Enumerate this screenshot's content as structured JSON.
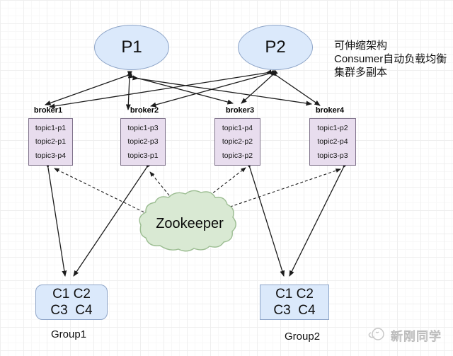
{
  "producers": [
    {
      "label": "P1"
    },
    {
      "label": "P2"
    }
  ],
  "annotation": {
    "line1": "可伸缩架构",
    "line2": "Consumer自动负载均衡",
    "line3": "集群多副本"
  },
  "brokers": [
    {
      "label": "broker1",
      "topics": [
        "topic1-p1",
        "topic2-p1",
        "topic3-p4"
      ]
    },
    {
      "label": "broker2",
      "topics": [
        "topic1-p3",
        "topic2-p3",
        "topic3-p1"
      ]
    },
    {
      "label": "broker3",
      "topics": [
        "topic1-p4",
        "topic2-p2",
        "topic3-p2"
      ]
    },
    {
      "label": "broker4",
      "topics": [
        "topic1-p2",
        "topic2-p4",
        "topic3-p3"
      ]
    }
  ],
  "zookeeper": {
    "label": "Zookeeper"
  },
  "groups": [
    {
      "line1": "C1 C2",
      "line2": "C3  C4",
      "label": "Group1"
    },
    {
      "line1": "C1 C2",
      "line2": "C3  C4",
      "label": "Group2"
    }
  ],
  "watermark": {
    "text": "新刚同学"
  },
  "colors": {
    "blue-fill": "#dbe9fb",
    "blue-stroke": "#8ea5c8",
    "purple-fill": "#e8ddee",
    "purple-stroke": "#7d7089",
    "green-fill": "#d9e9d3",
    "green-stroke": "#9cbd92",
    "line": "#1c1c1c",
    "grid-major": "#efefef",
    "grid-minor": "#f8f8f8"
  }
}
